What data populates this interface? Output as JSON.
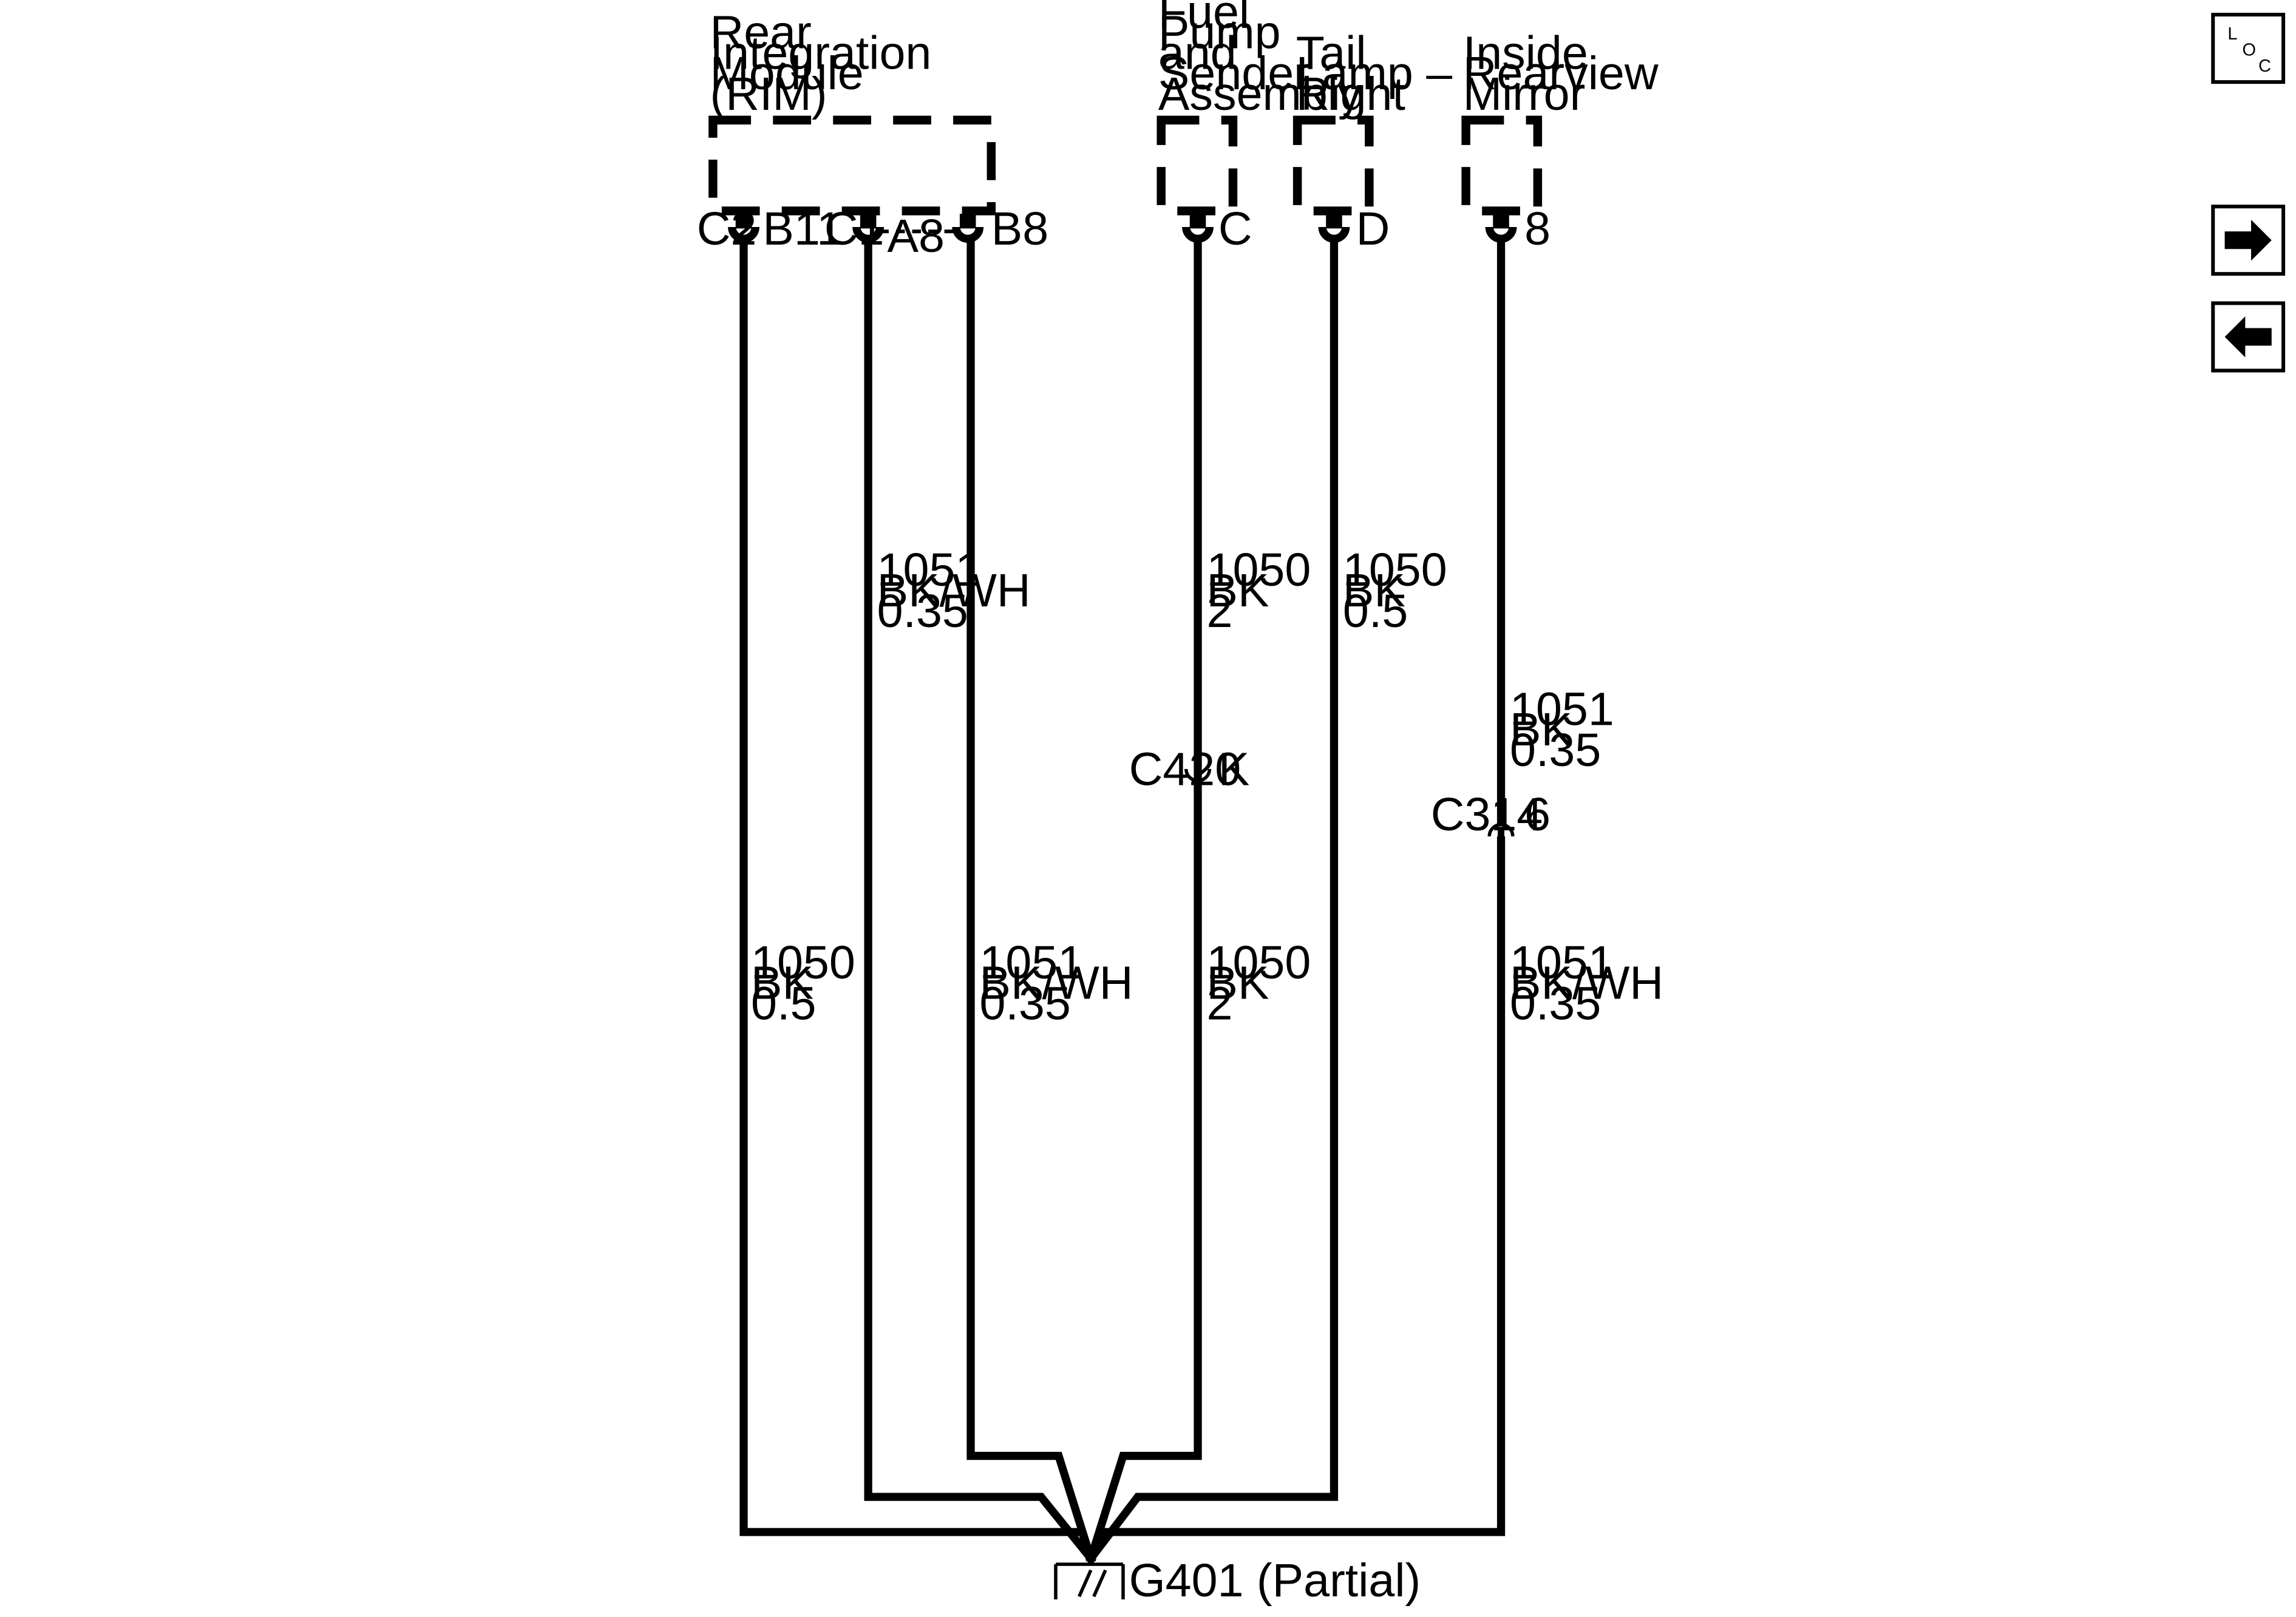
{
  "components": {
    "rim": {
      "lines": [
        "Rear",
        "Integration",
        "Module",
        "(RIM)"
      ]
    },
    "fuel_pump": {
      "lines": [
        "Fuel",
        "Pump",
        "and",
        "Sender",
        "Assembly"
      ]
    },
    "tail_lamp": {
      "lines": [
        "Tail",
        "Lamp –",
        "Right"
      ]
    },
    "mirror": {
      "lines": [
        "Inside",
        "Rearview",
        "Mirror"
      ]
    }
  },
  "connectors": {
    "rim_c2": "C2",
    "rim_b11": "B11",
    "rim_c1": "C1",
    "rim_a8": "A8",
    "rim_b8": "B8",
    "fuel_c": "C",
    "tail_d": "D",
    "mirror_8": "8",
    "c420": "C420",
    "c420_pin": "K",
    "c314": "C314",
    "c314_pin": "6"
  },
  "wires": {
    "rim_b11": {
      "lines": [
        "1050",
        "BK",
        "0.5"
      ]
    },
    "rim_a8": {
      "lines": [
        "1051",
        "BK/WH",
        "0.35"
      ]
    },
    "rim_b8": {
      "lines": [
        "1051",
        "BK/WH",
        "0.35"
      ]
    },
    "fuel_upper": {
      "lines": [
        "1050",
        "BK",
        "2"
      ]
    },
    "fuel_lower": {
      "lines": [
        "1050",
        "BK",
        "2"
      ]
    },
    "tail": {
      "lines": [
        "1050",
        "BK",
        "0.5"
      ]
    },
    "mirror_upper": {
      "lines": [
        "1051",
        "BK",
        "0.35"
      ]
    },
    "mirror_lower": {
      "lines": [
        "1051",
        "BK/WH",
        "0.35"
      ]
    }
  },
  "ground": {
    "label": "G401 (Partial)"
  },
  "nav": {
    "loc_icon": "loc-icon",
    "loc_letters": [
      "L",
      "O",
      "C"
    ],
    "next_icon": "arrow-right-icon",
    "prev_icon": "arrow-left-icon"
  }
}
